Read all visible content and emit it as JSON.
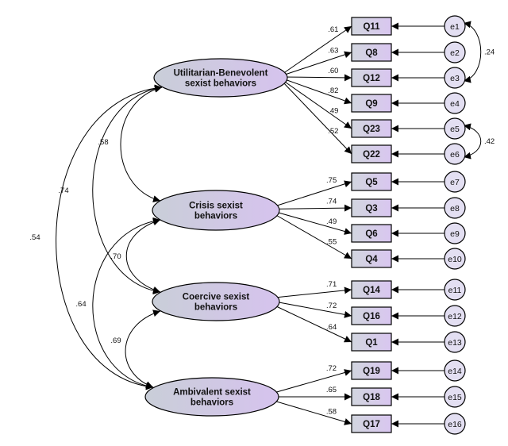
{
  "colors": {
    "ellipse_fill_start": "#c9ced8",
    "ellipse_fill_end": "#d6c3ee",
    "box_fill_start": "#d2d6df",
    "box_fill_end": "#d9c6f0",
    "error_fill": "#e3dff2",
    "stroke": "#000000"
  },
  "factors": [
    {
      "id": "F1",
      "label_lines": [
        "Utilitarian-Benevolent",
        "sexist behaviors"
      ]
    },
    {
      "id": "F2",
      "label_lines": [
        "Crisis sexist",
        "behaviors"
      ]
    },
    {
      "id": "F3",
      "label_lines": [
        "Coercive sexist",
        "behaviors"
      ]
    },
    {
      "id": "F4",
      "label_lines": [
        "Ambivalent sexist",
        "behaviors"
      ]
    }
  ],
  "items": [
    {
      "label": "Q11",
      "factor": "F1",
      "loading": ".61",
      "error": "e1"
    },
    {
      "label": "Q8",
      "factor": "F1",
      "loading": ".63",
      "error": "e2"
    },
    {
      "label": "Q12",
      "factor": "F1",
      "loading": ".60",
      "error": "e3"
    },
    {
      "label": "Q9",
      "factor": "F1",
      "loading": ".82",
      "error": "e4"
    },
    {
      "label": "Q23",
      "factor": "F1",
      "loading": ".49",
      "error": "e5"
    },
    {
      "label": "Q22",
      "factor": "F1",
      "loading": ".52",
      "error": "e6"
    },
    {
      "label": "Q5",
      "factor": "F2",
      "loading": ".75",
      "error": "e7"
    },
    {
      "label": "Q3",
      "factor": "F2",
      "loading": ".74",
      "error": "e8"
    },
    {
      "label": "Q6",
      "factor": "F2",
      "loading": ".49",
      "error": "e9"
    },
    {
      "label": "Q4",
      "factor": "F2",
      "loading": ".55",
      "error": "e10"
    },
    {
      "label": "Q14",
      "factor": "F3",
      "loading": ".71",
      "error": "e11"
    },
    {
      "label": "Q16",
      "factor": "F3",
      "loading": ".72",
      "error": "e12"
    },
    {
      "label": "Q1",
      "factor": "F3",
      "loading": ".64",
      "error": "e13"
    },
    {
      "label": "Q19",
      "factor": "F4",
      "loading": ".72",
      "error": "e14"
    },
    {
      "label": "Q18",
      "factor": "F4",
      "loading": ".65",
      "error": "e15"
    },
    {
      "label": "Q17",
      "factor": "F4",
      "loading": ".58",
      "error": "e16"
    }
  ],
  "factor_correlations": [
    {
      "from": "F1",
      "to": "F2",
      "value": ".58"
    },
    {
      "from": "F1",
      "to": "F3",
      "value": ".74"
    },
    {
      "from": "F1",
      "to": "F4",
      "value": ".54"
    },
    {
      "from": "F2",
      "to": "F3",
      "value": ".70"
    },
    {
      "from": "F2",
      "to": "F4",
      "value": ".64"
    },
    {
      "from": "F3",
      "to": "F4",
      "value": ".69"
    }
  ],
  "error_covariances": [
    {
      "from": "e1",
      "to": "e3",
      "value": ".24"
    },
    {
      "from": "e5",
      "to": "e6",
      "value": ".42"
    }
  ]
}
